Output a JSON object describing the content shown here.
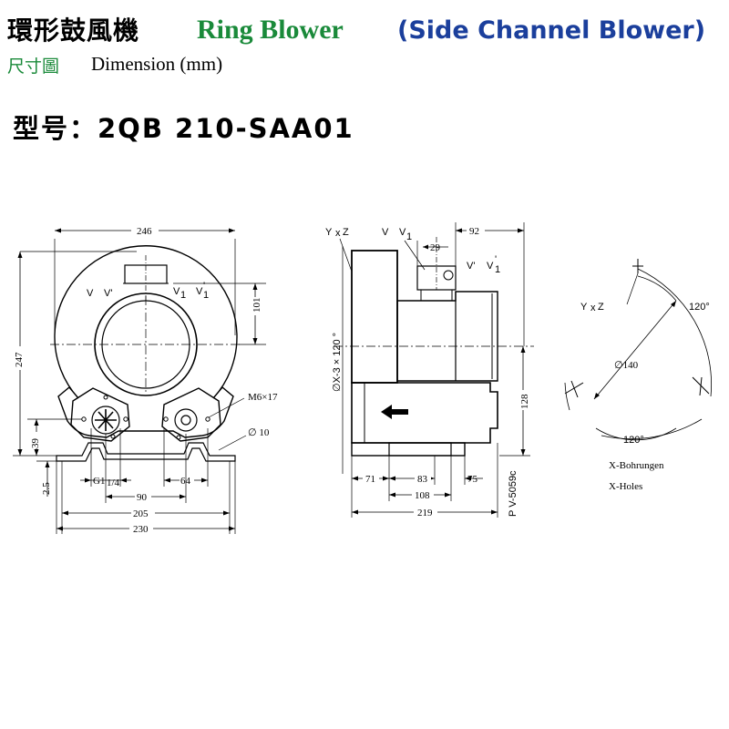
{
  "header": {
    "title_cn": "環形鼓風機",
    "title_en": "Ring Blower",
    "title_en_paren": "(Side Channel Blower)",
    "subtitle_cn": "尺寸圖",
    "subtitle_en": "Dimension (mm)",
    "model": "型号：2QB 210-SAA01"
  },
  "front_view": {
    "dim_top": "246",
    "dim_height": "247",
    "dim_right": "101",
    "dim_39": "39",
    "dim_2_5": "2.5",
    "dim_g": "G1",
    "dim_g_sub": "1/4",
    "dim_64": "64",
    "dim_90": "90",
    "dim_205": "205",
    "dim_230": "230",
    "label_m6": "M6×17",
    "label_dia10": "∅ 10",
    "label_v": "V",
    "label_vp": "V'",
    "label_v1": "V",
    "label_v1_sub": "1",
    "label_v1p": "V",
    "label_v1p_sub": "1",
    "label_v1p_sup": "'"
  },
  "side_view": {
    "label_yz": "Y",
    "label_yz_x": "x",
    "label_yz_z": "Z",
    "label_v": "V",
    "label_v1": "V",
    "label_v1_sub": "1",
    "dim_29": "29",
    "dim_92": "92",
    "label_vp": "V'",
    "label_v1p": "V",
    "label_v1p_sub": "1",
    "label_v1p_sup": "'",
    "label_flange": "∅X-3 × 120 °",
    "dim_128": "128",
    "dim_71": "71",
    "dim_83": "83",
    "dim_75": "75",
    "dim_108": "108",
    "dim_219": "219",
    "drawing_no": "P V-5059c"
  },
  "holes_view": {
    "label_yz": "Y",
    "label_yz_x": "x",
    "label_yz_z": "Z",
    "angle_top": "120°",
    "angle_bottom": "120°",
    "dia_140": "∅140",
    "note_de": "X-Bohrungen",
    "note_en": "X-Holes"
  },
  "colors": {
    "title_green": "#1a8a3a",
    "title_blue": "#1b3f9c",
    "line": "#000000"
  }
}
